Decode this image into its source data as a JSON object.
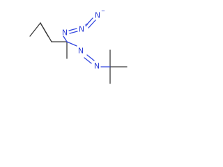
{
  "molecule": {
    "atoms": {
      "n_azo_1": "N",
      "n_azo_2": "N",
      "n_azide_1": "N",
      "n_azide_2": "N",
      "n_azide_3": "N"
    },
    "charges": {
      "n_azide_2": "+",
      "n_azide_3": "−"
    },
    "colors": {
      "carbon_bond": "#3a3a3a",
      "nitrogen": "#2f3fd6"
    }
  }
}
